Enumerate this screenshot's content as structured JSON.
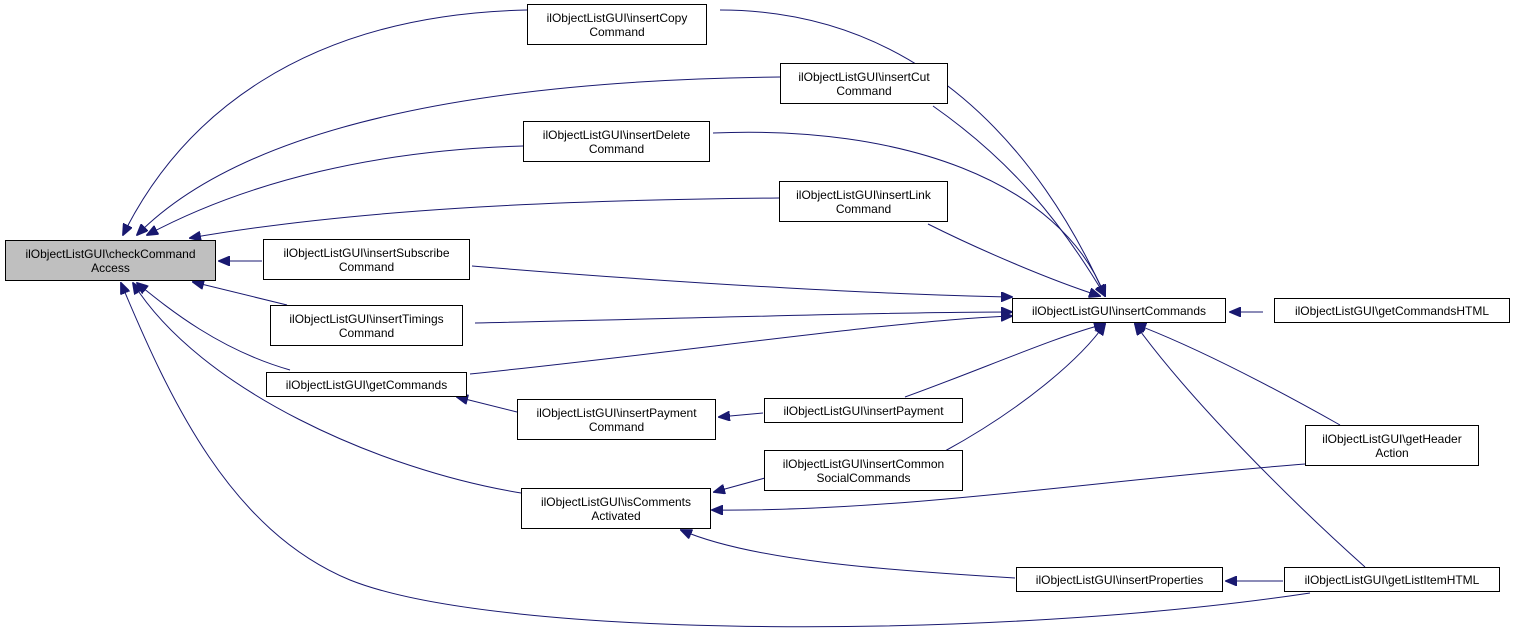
{
  "colors": {
    "edge": "#191970",
    "node_border": "#000000",
    "root_fill": "#bfbfbf",
    "node_fill": "#ffffff"
  },
  "nodes": {
    "checkCommandAccess": [
      "ilObjectListGUI\\checkCommand",
      "Access"
    ],
    "insertCopyCommand": [
      "ilObjectListGUI\\insertCopy",
      "Command"
    ],
    "insertCutCommand": [
      "ilObjectListGUI\\insertCut",
      "Command"
    ],
    "insertDeleteCommand": [
      "ilObjectListGUI\\insertDelete",
      "Command"
    ],
    "insertLinkCommand": [
      "ilObjectListGUI\\insertLink",
      "Command"
    ],
    "insertSubscribeCommand": [
      "ilObjectListGUI\\insertSubscribe",
      "Command"
    ],
    "insertTimingsCommand": [
      "ilObjectListGUI\\insertTimings",
      "Command"
    ],
    "getCommands": [
      "ilObjectListGUI\\getCommands"
    ],
    "insertPaymentCommand": [
      "ilObjectListGUI\\insertPayment",
      "Command"
    ],
    "insertPayment": [
      "ilObjectListGUI\\insertPayment"
    ],
    "insertCommonSocialCommands": [
      "ilObjectListGUI\\insertCommon",
      "SocialCommands"
    ],
    "isCommentsActivated": [
      "ilObjectListGUI\\isComments",
      "Activated"
    ],
    "insertCommands": [
      "ilObjectListGUI\\insertCommands"
    ],
    "getCommandsHTML": [
      "ilObjectListGUI\\getCommandsHTML"
    ],
    "getHeaderAction": [
      "ilObjectListGUI\\getHeader",
      "Action"
    ],
    "insertProperties": [
      "ilObjectListGUI\\insertProperties"
    ],
    "getListItemHTML": [
      "ilObjectListGUI\\getListItemHTML"
    ]
  }
}
